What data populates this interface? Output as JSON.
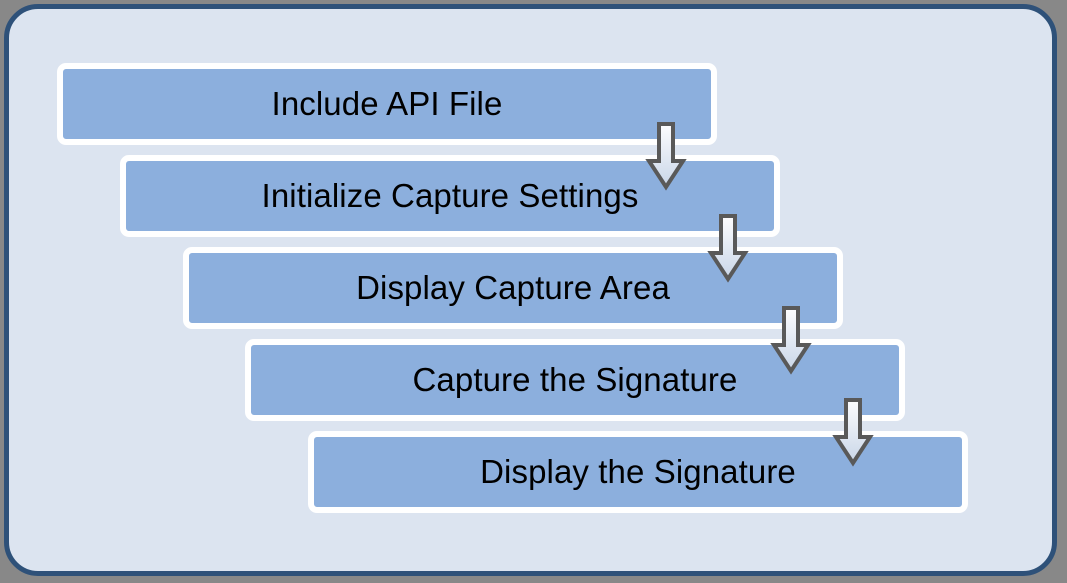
{
  "diagram": {
    "type": "staircase-flowchart",
    "title_visible": false,
    "orientation": "descending-left-to-right",
    "colors": {
      "canvas_outside": "#888888",
      "panel_background": "#DCE4F0",
      "panel_border": "#2E5179",
      "box_fill": "#8CAFDD",
      "box_border": "#FFFFFF",
      "box_text": "#000000",
      "arrow_outline": "#595959",
      "arrow_fill_top": "#FDFDFE",
      "arrow_fill_bottom": "#C9D6E8"
    },
    "steps": [
      {
        "id": "step-1",
        "label": "Include API File"
      },
      {
        "id": "step-2",
        "label": "Initialize Capture Settings"
      },
      {
        "id": "step-3",
        "label": "Display Capture Area"
      },
      {
        "id": "step-4",
        "label": "Capture the Signature"
      },
      {
        "id": "step-5",
        "label": "Display the Signature"
      }
    ],
    "connectors": [
      {
        "id": "arrow-1",
        "from": "step-1",
        "to": "step-2",
        "icon": "arrow-down-icon"
      },
      {
        "id": "arrow-2",
        "from": "step-2",
        "to": "step-3",
        "icon": "arrow-down-icon"
      },
      {
        "id": "arrow-3",
        "from": "step-3",
        "to": "step-4",
        "icon": "arrow-down-icon"
      },
      {
        "id": "arrow-4",
        "from": "step-4",
        "to": "step-5",
        "icon": "arrow-down-icon"
      }
    ]
  }
}
